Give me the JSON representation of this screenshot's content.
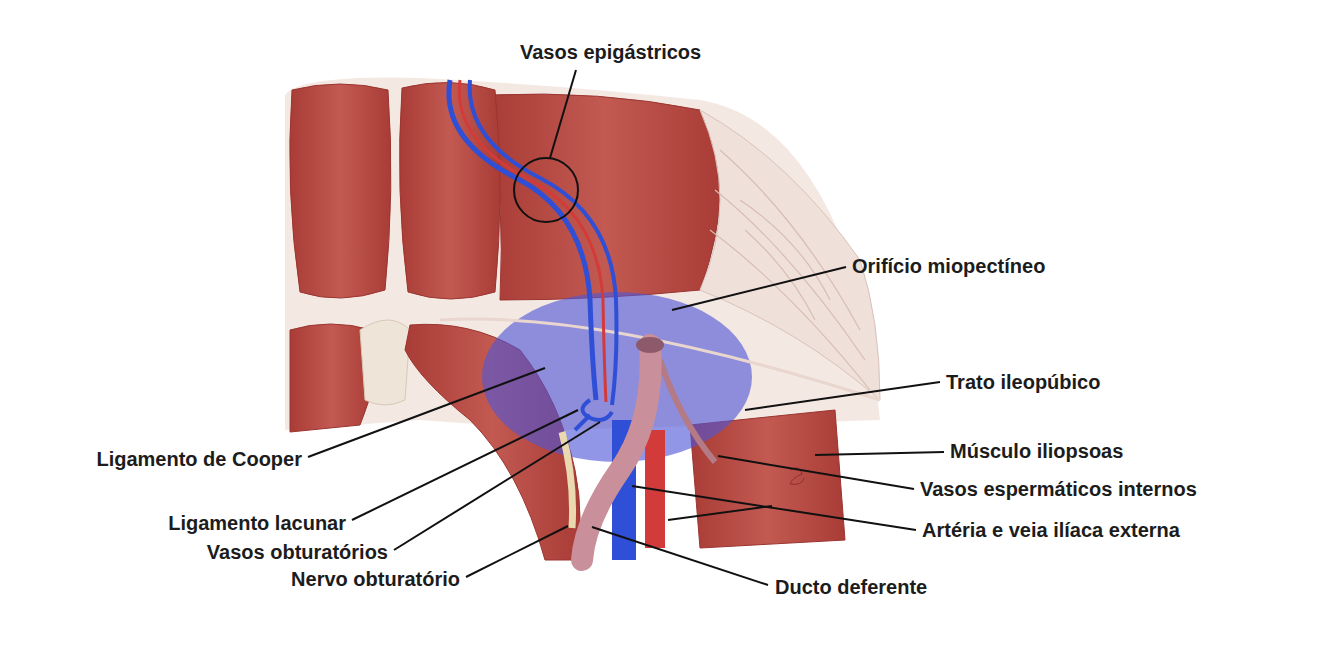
{
  "diagram": {
    "labels": [
      "Vasos epigástricos",
      "Orifício miopectíneo",
      "Trato ileopúbico",
      "Músculo iliopsoas",
      "Vasos espermáticos internos",
      "Artéria e veia ilíaca externa",
      "Ligamento de Cooper",
      "Ligamento lacunar",
      "Vasos obturatórios",
      "Nervo obturatório",
      "Ducto deferente"
    ]
  }
}
